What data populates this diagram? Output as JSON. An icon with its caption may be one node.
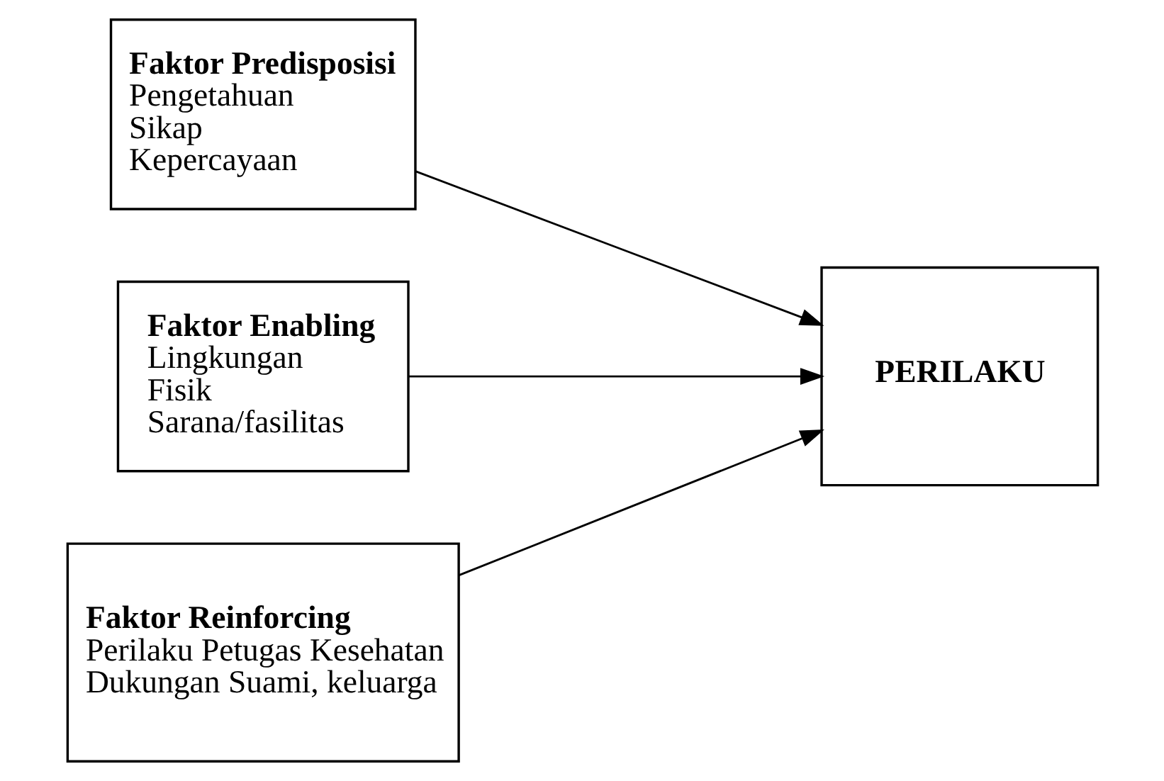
{
  "diagram": {
    "nodes": [
      {
        "text": [
          "Faktor Predisposisi",
          "Pengetahuan",
          "Sikap",
          "Kepercayaan"
        ]
      },
      {
        "text": [
          "Faktor Enabling",
          "Lingkungan",
          "Fisik",
          "Sarana/fasilitas"
        ]
      },
      {
        "text": [
          "Faktor Reinforcing",
          "Perilaku Petugas Kesehatan",
          "Dukungan Suami, keluarga"
        ]
      },
      {
        "text": [
          "PERILAKU"
        ]
      }
    ],
    "edges": [
      {
        "from": 0,
        "to": 3,
        "arrow": "to"
      },
      {
        "from": 1,
        "to": 3,
        "arrow": "to"
      },
      {
        "from": 2,
        "to": 3,
        "arrow": "to"
      }
    ]
  }
}
